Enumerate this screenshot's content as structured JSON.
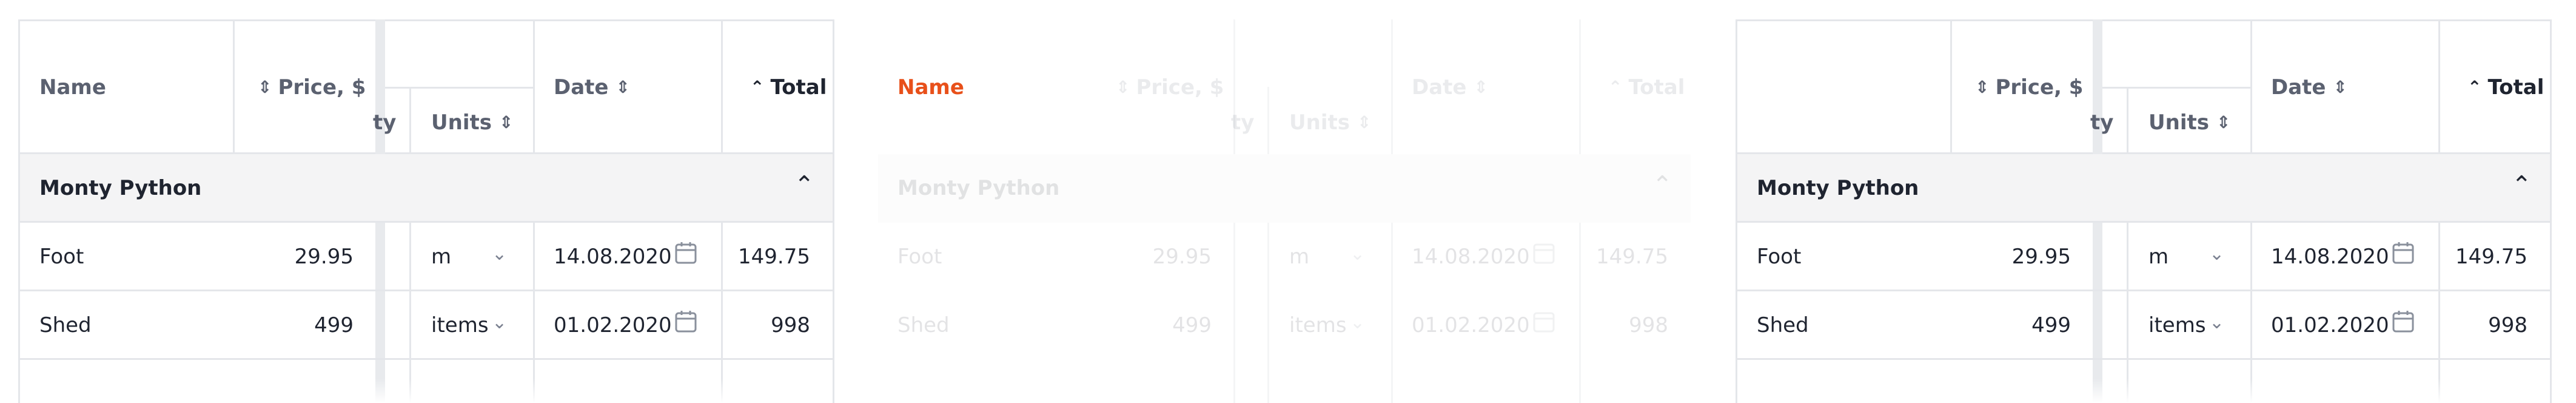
{
  "columns": {
    "name": "Name",
    "price": "Price, $",
    "qty_clipped": "ty",
    "units": "Units",
    "date": "Date",
    "total": "Total"
  },
  "icons": {
    "sort_neutral": "sort-updown-icon",
    "sort_asc": "sort-ascending-icon",
    "group_toggle": "chevron-up-icon",
    "select": "chevron-down-icon",
    "date": "calendar-icon"
  },
  "group": {
    "label": "Monty Python"
  },
  "rows": [
    {
      "name": "Foot",
      "price": "29.95",
      "units": "m",
      "date": "14.08.2020",
      "total": "149.75"
    },
    {
      "name": "Shed",
      "price": "499",
      "units": "items",
      "date": "01.02.2020",
      "total": "998"
    }
  ],
  "colors": {
    "highlight": "#e8501a",
    "border": "#e4e6ea",
    "group_bg": "#f4f4f5"
  }
}
